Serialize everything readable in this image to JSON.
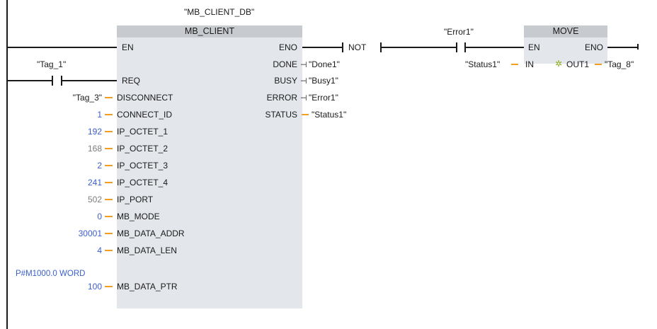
{
  "instance": "\"MB_CLIENT_DB\"",
  "block": {
    "title": "MB_CLIENT",
    "left_pins": [
      "EN",
      "REQ",
      "DISCONNECT",
      "CONNECT_ID",
      "IP_OCTET_1",
      "IP_OCTET_2",
      "IP_OCTET_3",
      "IP_OCTET_4",
      "IP_PORT",
      "MB_MODE",
      "MB_DATA_ADDR",
      "MB_DATA_LEN",
      "MB_DATA_PTR"
    ],
    "right_pins": [
      "ENO",
      "DONE",
      "BUSY",
      "ERROR",
      "STATUS"
    ]
  },
  "inputs": {
    "tag1": "\"Tag_1\"",
    "disconnect": "\"Tag_3\"",
    "connect_id": "1",
    "ip1": "192",
    "ip2": "168",
    "ip3": "2",
    "ip4": "241",
    "ip_port": "502",
    "mb_mode": "0",
    "mb_data_addr": "30001",
    "mb_data_len": "4",
    "mb_data_ptr_label": "P#M1000.0 WORD",
    "mb_data_ptr": "100"
  },
  "outputs": {
    "done": "\"Done1\"",
    "busy": "\"Busy1\"",
    "error": "\"Error1\"",
    "status": "\"Status1\""
  },
  "not_label": "NOT",
  "contact2": "\"Error1\"",
  "move": {
    "title": "MOVE",
    "en": "EN",
    "eno": "ENO",
    "in_pin": "IN",
    "out_pin": "OUT1",
    "in_value": "\"Status1\"",
    "out_value": "\"Tag_8\""
  }
}
